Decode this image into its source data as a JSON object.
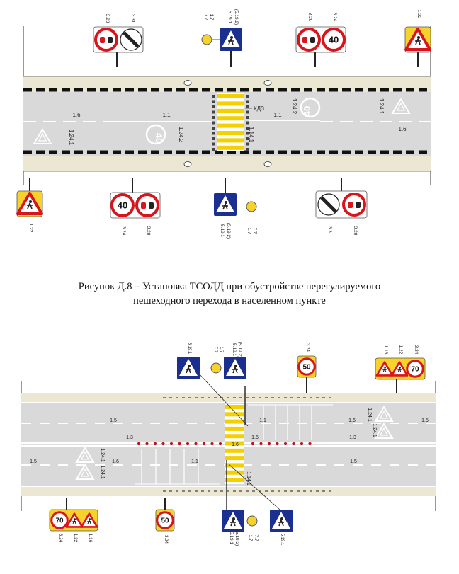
{
  "caption": {
    "line1": "Рисунок Д.8 – Установка ТСОДД при обустройстве нерегулируемого",
    "line2": "пешеходного  перехода в населенном пункте"
  },
  "colors": {
    "road": "#d9d9d9",
    "sidewalk": "#ebe7d2",
    "crossing_yellow": "#f5d000",
    "sign_blue": "#1a2f8f",
    "sign_red": "#d8141c",
    "sign_yellow": "#f6d22a"
  },
  "top_figure": {
    "signs_top": [
      {
        "codes": [
          "3.20",
          "3.31"
        ],
        "icons": [
          "no-overtaking-icon",
          "end-of-restrictions-icon"
        ]
      },
      {
        "codes": [
          "5.19.1",
          "(5.19.2)",
          "7.7",
          "1.7"
        ],
        "icons": [
          "pedestrian-crossing-icon",
          "flashing-beacon-icon"
        ]
      },
      {
        "codes": [
          "3.20",
          "3.24"
        ],
        "icons": [
          "no-overtaking-icon",
          "speed-limit-icon"
        ],
        "speed": "40"
      },
      {
        "codes": [
          "1.22"
        ],
        "icons": [
          "pedestrian-warning-icon"
        ]
      }
    ],
    "signs_bottom": [
      {
        "codes": [
          "1.22"
        ],
        "icons": [
          "pedestrian-warning-icon"
        ]
      },
      {
        "codes": [
          "3.24",
          "3.20"
        ],
        "icons": [
          "speed-limit-icon",
          "no-overtaking-icon"
        ],
        "speed": "40"
      },
      {
        "codes": [
          "5.19.1",
          "(5.19.2)",
          "1.7",
          "7.7"
        ],
        "icons": [
          "pedestrian-crossing-icon",
          "flashing-beacon-icon"
        ]
      },
      {
        "codes": [
          "3.31",
          "3.20"
        ],
        "icons": [
          "end-of-restrictions-icon",
          "no-overtaking-icon"
        ]
      }
    ],
    "markings": [
      "1.6",
      "1.1",
      "1.24.2",
      "1.14.1",
      "1.1",
      "1.24.2",
      "1.24.1",
      "1.6",
      "1.24.1"
    ],
    "device_label": "КДЗ",
    "road_speed": "40"
  },
  "bottom_figure": {
    "signs_top": [
      {
        "codes": [
          "5.19.1"
        ],
        "icons": [
          "pedestrian-crossing-icon"
        ]
      },
      {
        "codes": [
          "7.7",
          "1.7",
          "5.19.1",
          "(5.19.2)"
        ],
        "icons": [
          "flashing-beacon-icon",
          "pedestrian-crossing-icon"
        ]
      },
      {
        "codes": [
          "3.24"
        ],
        "icons": [
          "speed-limit-icon"
        ],
        "speed": "50"
      },
      {
        "codes": [
          "1.16",
          "1.22",
          "3.24"
        ],
        "icons": [
          "rough-road-icon",
          "pedestrian-warning-icon",
          "speed-limit-icon"
        ],
        "speed": "70"
      }
    ],
    "signs_bottom": [
      {
        "codes": [
          "3.24",
          "1.22",
          "1.16"
        ],
        "icons": [
          "speed-limit-icon",
          "pedestrian-warning-icon",
          "rough-road-icon"
        ],
        "speed": "70"
      },
      {
        "codes": [
          "3.24"
        ],
        "icons": [
          "speed-limit-icon"
        ],
        "speed": "50"
      },
      {
        "codes": [
          "5.19.1",
          "(5.19.2)",
          "1.7",
          "7.7"
        ],
        "icons": [
          "pedestrian-crossing-icon",
          "flashing-beacon-icon"
        ]
      },
      {
        "codes": [
          "5.19.1"
        ],
        "icons": [
          "pedestrian-crossing-icon"
        ]
      }
    ],
    "markings": [
      "1.5",
      "1.1",
      "1.3",
      "1.5",
      "1.6",
      "1.1",
      "1.14.1",
      "1.6",
      "1.24.1",
      "1.24.1",
      "1.24.1",
      "1.5",
      "1.3",
      "1.5",
      "1.24.1",
      "1.6",
      "1.5"
    ]
  }
}
